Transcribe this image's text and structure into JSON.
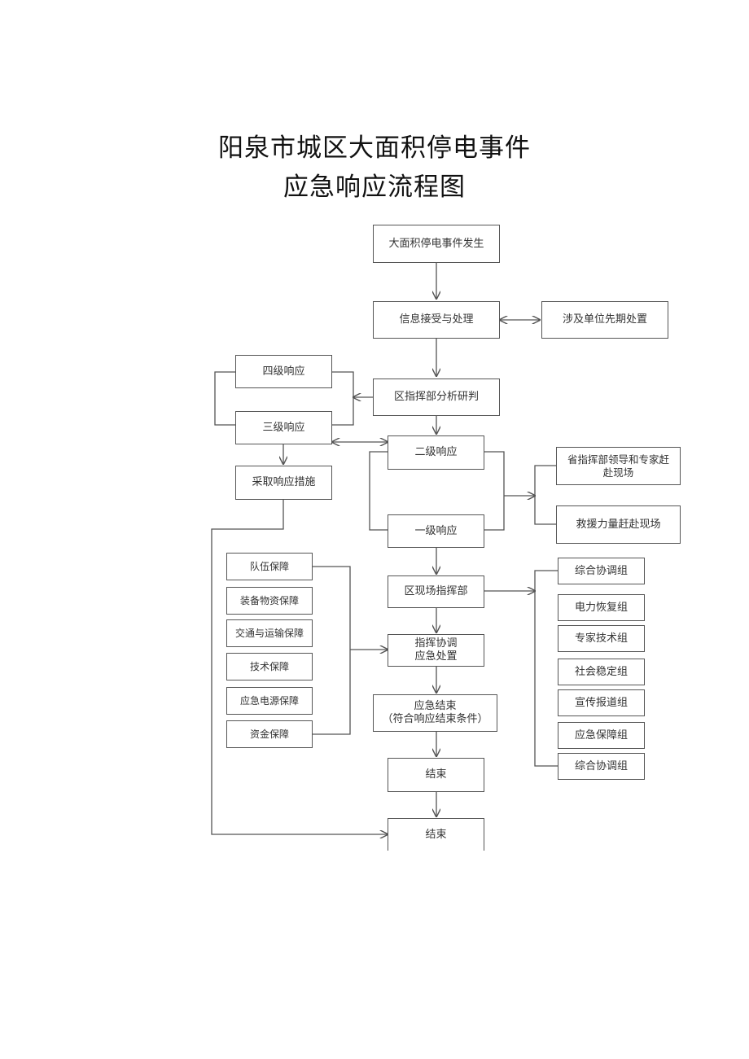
{
  "title": {
    "line1": "阳泉市城区大面积停电事件",
    "line2": "应急响应流程图"
  },
  "nodes": {
    "event": "大面积停电事件发生",
    "info": "信息接受与处理",
    "initial": "涉及单位先期处置",
    "analysis": "区指挥部分析研判",
    "level4": "四级响应",
    "level3": "三级响应",
    "measures": "采取响应措施",
    "level2": "二级响应",
    "level1": "一级响应",
    "province": "省指挥部领导和专家赶\n赴现场",
    "rescue": "救援力量赶赴现场",
    "hq": "区现场指挥部",
    "coord": "指挥协调\n应急处置",
    "endResp": "应急结束\n（符合响应结束条件）",
    "end1": "结束",
    "end2": "结束",
    "support": [
      "队伍保障",
      "装备物资保障",
      "交通与运输保障",
      "技术保障",
      "应急电源保障",
      "资金保障"
    ],
    "groups": [
      "综合协调组",
      "电力恢复组",
      "专家技术组",
      "社会稳定组",
      "宣传报道组",
      "应急保障组",
      "综合协调组"
    ]
  }
}
